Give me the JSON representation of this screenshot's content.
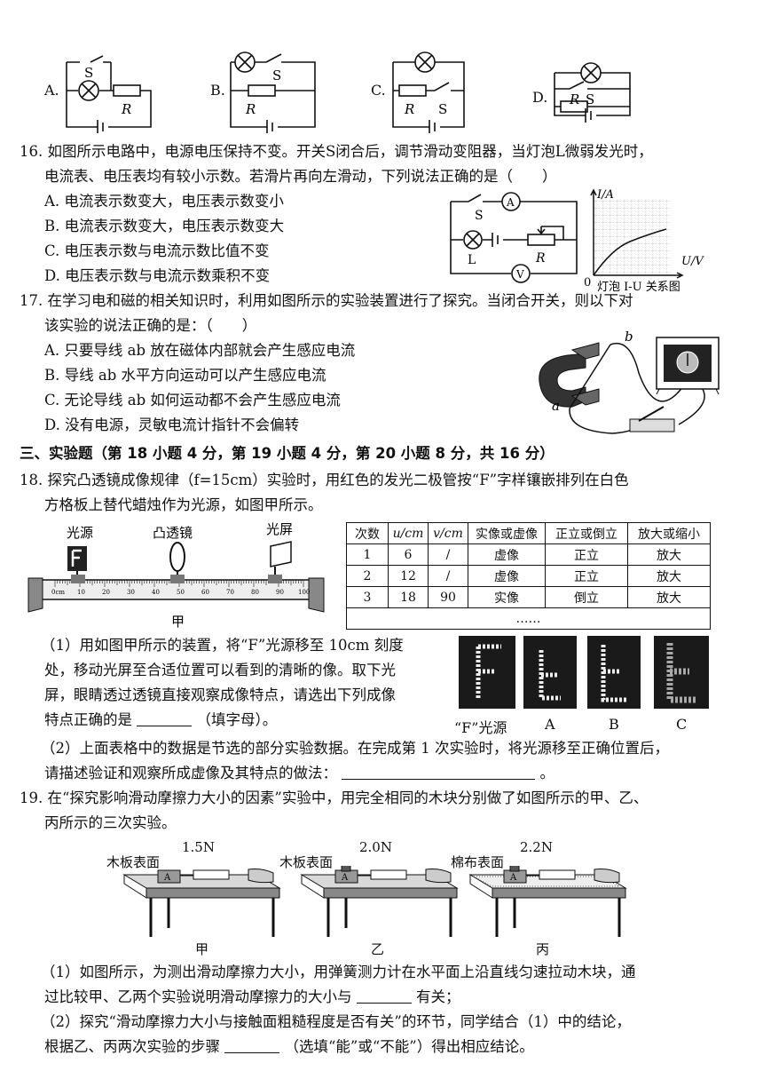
{
  "circuits_top": {
    "options": [
      "A.",
      "B.",
      "C.",
      "D."
    ],
    "switch_label": "S",
    "resistor_label": "R"
  },
  "q16": {
    "stem_line1": "16. 如图所示电路中，电源电压保持不变。开关S闭合后，调节滑动变阻器，当灯泡L微弱发光时，",
    "stem_line2": "电流表、电压表均有较小示数。若滑片再向左滑动，下列说法正确的是（　　）",
    "options": [
      "A. 电流表示数变大，电压表示数变小",
      "B. 电流表示数变大，电压表示数变大",
      "C. 电压表示数与电流示数比值不变",
      "D. 电压表示数与电流示数乘积不变"
    ],
    "graph": {
      "y_label": "I/A",
      "x_label": "U/V",
      "origin": "0",
      "caption": "灯泡 I-U 关系图"
    },
    "circuit": {
      "s": "S",
      "a": "A",
      "v": "V",
      "l": "L",
      "r": "R"
    }
  },
  "q17": {
    "stem_line1": "17. 在学习电和磁的相关知识时，利用如图所示的实验装置进行了探究。当闭合开关，则以下对",
    "stem_line2": "该实验的说法正确的是：（　　）",
    "options": [
      "A. 只要导线 ab 放在磁体内部就会产生感应电流",
      "B. 导线 ab 水平方向运动可以产生感应电流",
      "C. 无论导线 ab 如何运动都不会产生感应电流",
      "D. 没有电源，灵敏电流计指针不会偏转"
    ],
    "label_a": "a",
    "label_b": "b"
  },
  "section3": {
    "heading": "三、实验题（第 18 小题 4 分，第 19 小题 4 分，第 20 小题 8 分，共 16 分）"
  },
  "q18": {
    "stem_line1": "18. 探究凸透镜成像规律（f=15cm）实验时，用红色的发光二极管按“F”字样镶嵌排列在白色",
    "stem_line2": "方格板上替代蜡烛作为光源，如图甲所示。",
    "bench": {
      "light": "光源",
      "lens": "凸透镜",
      "screen": "光屏",
      "caption": "甲",
      "ticks": [
        "0cm",
        "10",
        "20",
        "30",
        "40",
        "50",
        "60",
        "70",
        "80",
        "90",
        "100"
      ]
    },
    "table": {
      "headers": [
        "次数",
        "u/cm",
        "v/cm",
        "实像或虚像",
        "正立或倒立",
        "放大或缩小"
      ],
      "rows": [
        [
          "1",
          "6",
          "/",
          "虚像",
          "正立",
          "放大"
        ],
        [
          "2",
          "12",
          "/",
          "虚像",
          "正立",
          "放大"
        ],
        [
          "3",
          "18",
          "90",
          "实像",
          "倒立",
          "放大"
        ]
      ],
      "ellipsis": "……"
    },
    "part1_line1": "（1）用如图甲所示的装置，将“F”光源移至 10cm 刻度",
    "part1_line2": "处，移动光屏至合适位置可以看到的清晰的像。取下光",
    "part1_line3": "屏，眼睛透过透镜直接观察成像特点，请选出下列成像",
    "part1_line4a": "特点正确的是",
    "part1_line4b": "（填字母）。",
    "image_labels": [
      "“F”光源",
      "A",
      "B",
      "C"
    ],
    "part2_line1": "（2）上面表格中的数据是节选的部分实验数据。在完成第 1 次实验时，将光源移至正确位置后，",
    "part2_line2": "请描述验证和观察所成虚像及其特点的做法：",
    "part2_end": "。"
  },
  "q19": {
    "stem_line1": "19. 在“探究影响滑动摩擦力大小的因素”实验中，用完全相同的木块分别做了如图所示的甲、乙、",
    "stem_line2": "丙所示的三次实验。",
    "experiments": [
      {
        "surface": "木板表面",
        "force": "1.5N",
        "caption": "甲",
        "block": "A"
      },
      {
        "surface": "木板表面",
        "force": "2.0N",
        "caption": "乙",
        "block": "A"
      },
      {
        "surface": "棉布表面",
        "force": "2.2N",
        "caption": "丙",
        "block": "A"
      }
    ],
    "part1_line1": "（1）如图所示，为测出滑动摩擦力大小，用弹簧测力计在水平面上沿直线匀速拉动木块，通",
    "part1_line2a": "过比较甲、乙两个实验说明滑动摩擦力的大小与",
    "part1_line2b": "有关；",
    "part2_line1": "（2）探究“滑动摩擦力大小与接触面粗糙程度是否有关”的环节，同学结合（1）中的结论，",
    "part2_line2a": "根据乙、丙两次实验的步骤",
    "part2_line2b": "（选填“能”或“不能”）得出相应结论。"
  }
}
